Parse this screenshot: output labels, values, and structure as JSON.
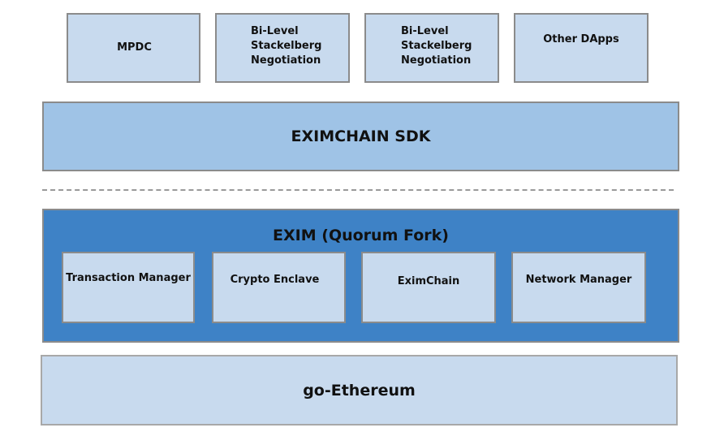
{
  "dapps": {
    "items": [
      {
        "label": "MPDC"
      },
      {
        "label": "Bi-Level\nStackelberg\nNegotiation"
      },
      {
        "label": "Bi-Level\nStackelberg\nNegotiation"
      },
      {
        "label": "Other DApps"
      }
    ]
  },
  "sdk": {
    "label": "EXIMCHAIN SDK"
  },
  "exim": {
    "title": "EXIM (Quorum Fork)",
    "modules": [
      {
        "label": "Transaction Manager"
      },
      {
        "label": "Crypto Enclave"
      },
      {
        "label": "EximChain"
      },
      {
        "label": "Network Manager"
      }
    ]
  },
  "base": {
    "label": "go-Ethereum"
  }
}
